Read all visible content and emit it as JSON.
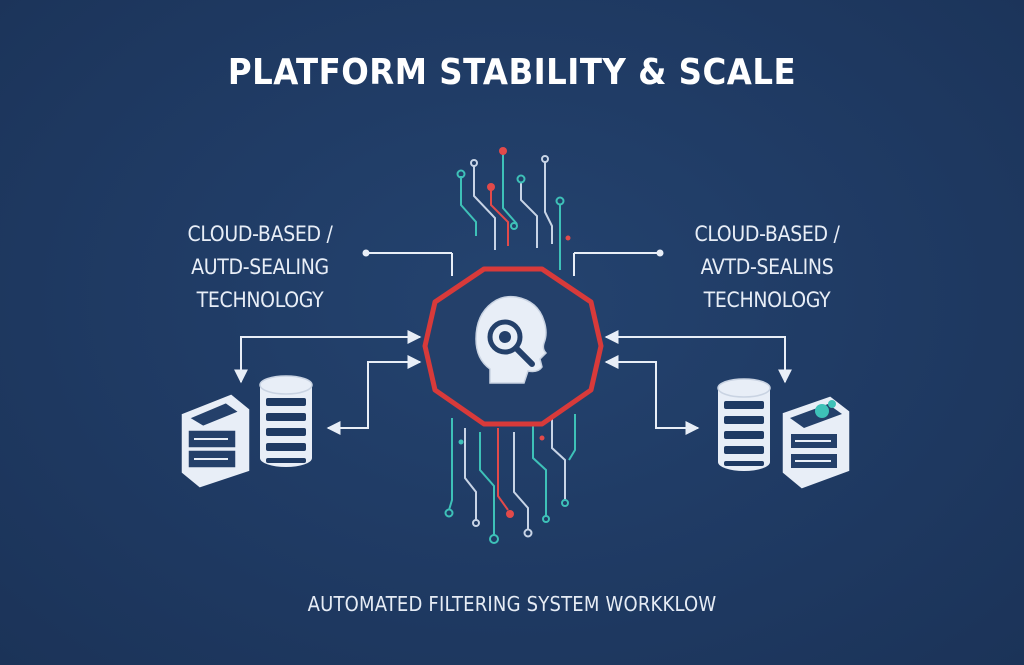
{
  "title": "PLATFORM STABILITY & SCALE",
  "left_label": {
    "lines": [
      "CLOUD-BASED /",
      "AUTD-SEALING",
      "TECHNOLOGY"
    ]
  },
  "right_label": {
    "lines": [
      "CLOUD-BASED /",
      "AVTD-SEALINS",
      "TECHNOLOGY"
    ]
  },
  "footer": "AUTOMATED FILTERING SYSTEM WORKKLOW",
  "colors": {
    "background": "#1f3a63",
    "octagon": "#d83a3a",
    "trace_teal": "#3ec1b8",
    "trace_red": "#e24a4a",
    "line": "#e8eef7"
  },
  "icons": {
    "center": "head-magnifier-icon",
    "left_devices": [
      "server-rack-icon",
      "database-icon"
    ],
    "right_devices": [
      "database-icon",
      "server-rack-icon"
    ]
  }
}
